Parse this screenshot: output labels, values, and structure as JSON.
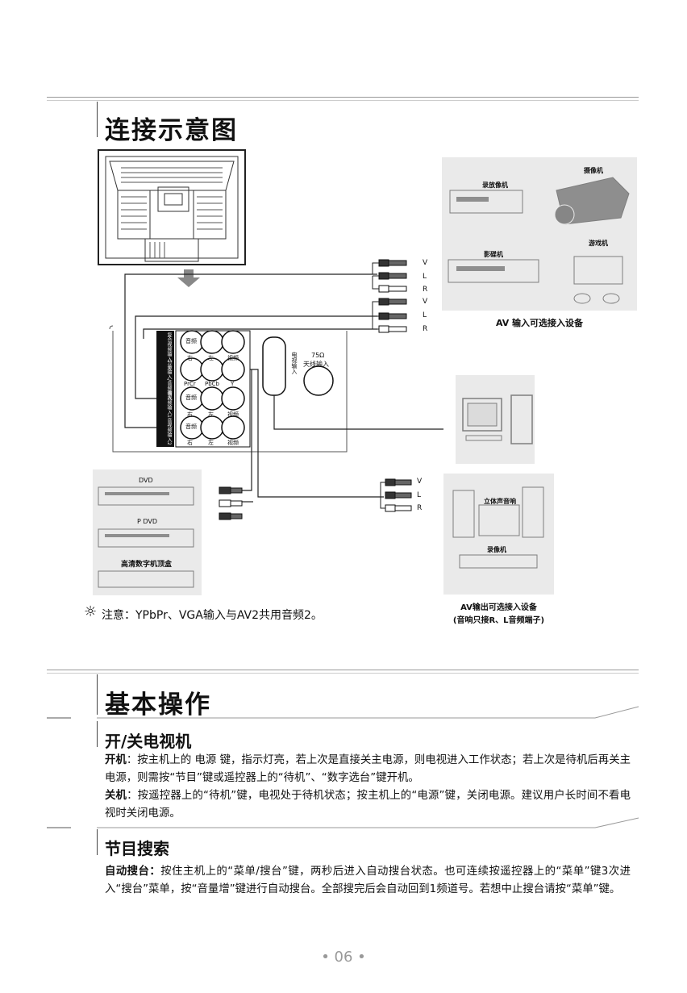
{
  "section1": {
    "title": "连接示意图"
  },
  "diagram": {
    "jack_labels_top": [
      "V",
      "L",
      "R",
      "V",
      "L",
      "R"
    ],
    "jack_labels_bottom": [
      "V",
      "L",
      "R"
    ],
    "panel": {
      "row_labels": [
        "复合视频输入",
        "分量输入/音频输入",
        "音视频输入1",
        "音视频输入2"
      ],
      "top_row": [
        "音频",
        "右",
        "左",
        "视频"
      ],
      "comp_row": [
        "PrCr",
        "PbCb",
        "Y"
      ],
      "row3": [
        "音频",
        "右",
        "左",
        "视频"
      ],
      "row4": [
        "音频",
        "右",
        "左",
        "视频"
      ],
      "antenna_vertical": "电视输入",
      "antenna_ohm": "75Ω",
      "antenna_label": "天线输入"
    },
    "devices_in": [
      "录放像机",
      "摄像机",
      "影碟机",
      "游戏机"
    ],
    "devices_in_caption": "AV 输入可选接入设备",
    "devices_left": [
      "DVD",
      "P DVD",
      "高清数字机顶盒"
    ],
    "devices_out": [
      "立体声音响",
      "录像机"
    ],
    "devices_out_caption_1": "AV输出可选接入设备",
    "devices_out_caption_2": "(音响只接R、L音频端子)"
  },
  "note": "注意：YPbPr、VGA输入与AV2共用音频2。",
  "section2": {
    "title": "基本操作"
  },
  "sub1": {
    "title": "开/关电视机",
    "on_label": "开机",
    "on_text": "：按主机上的 电源 键，指示灯亮，若上次是直接关主电源，则电视进入工作状态；若上次是待机后再关主电源，则需按“节目”键或遥控器上的“待机”、“数字选台”键开机。",
    "off_label": "关机",
    "off_text": "：按遥控器上的“待机”键，电视处于待机状态；按主机上的“电源”键，关闭电源。建议用户长时间不看电视时关闭电源。"
  },
  "sub2": {
    "title": "节目搜索",
    "auto_label": "自动搜台：",
    "auto_text": "按住主机上的“菜单/搜台”键，两秒后进入自动搜台状态。也可连续按遥控器上的“菜单”键3次进入“搜台”菜单，按“音量增”键进行自动搜台。全部搜完后会自动回到1频道号。若想中止搜台请按“菜单”键。"
  },
  "page_number": "• 06 •"
}
